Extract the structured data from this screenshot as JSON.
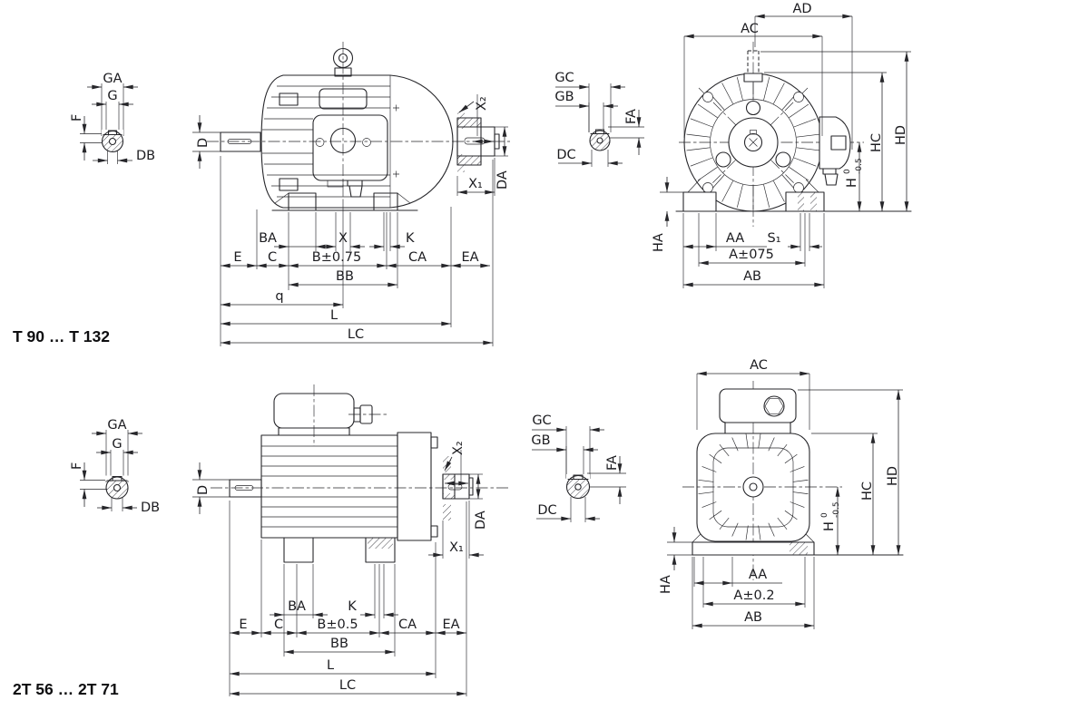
{
  "colors": {
    "ink": "#26262a",
    "paper": "#ffffff"
  },
  "top": {
    "title": "T 90 … T 132",
    "shaft_detail": {
      "ga": "GA",
      "g": "G",
      "f": "F",
      "db": "DB"
    },
    "side": {
      "d": "D",
      "x2": "X₂",
      "x1": "X₁",
      "da": "DA",
      "ba": "BA",
      "x": "X",
      "k": "K",
      "e": "E",
      "c": "C",
      "b": "B±0.75",
      "ca": "CA",
      "ea": "EA",
      "bb": "BB",
      "q": "q",
      "l": "L",
      "lc": "LC"
    },
    "front": {
      "ad": "AD",
      "ac": "AC",
      "gc": "GC",
      "gb": "GB",
      "fa": "FA",
      "dc": "DC",
      "h": "H",
      "h_sup": "0",
      "h_sub": "-0.5",
      "hc": "HC",
      "hd": "HD",
      "ha": "HA",
      "aa": "AA",
      "s1": "S₁",
      "a": "A±075",
      "ab": "AB"
    }
  },
  "bottom": {
    "title": "2T 56 … 2T 71",
    "shaft_detail": {
      "ga": "GA",
      "g": "G",
      "f": "F",
      "db": "DB"
    },
    "side": {
      "d": "D",
      "x2": "X₂",
      "x1": "X₁",
      "da": "DA",
      "ba": "BA",
      "k": "K",
      "e": "E",
      "c": "C",
      "b": "B±0.5",
      "ca": "CA",
      "ea": "EA",
      "bb": "BB",
      "l": "L",
      "lc": "LC"
    },
    "front": {
      "ac": "AC",
      "gc": "GC",
      "gb": "GB",
      "fa": "FA",
      "dc": "DC",
      "h": "H",
      "h_sup": "0",
      "h_sub": "-0.5",
      "hc": "HC",
      "hd": "HD",
      "ha": "HA",
      "aa": "AA",
      "a": "A±0.2",
      "ab": "AB"
    }
  }
}
